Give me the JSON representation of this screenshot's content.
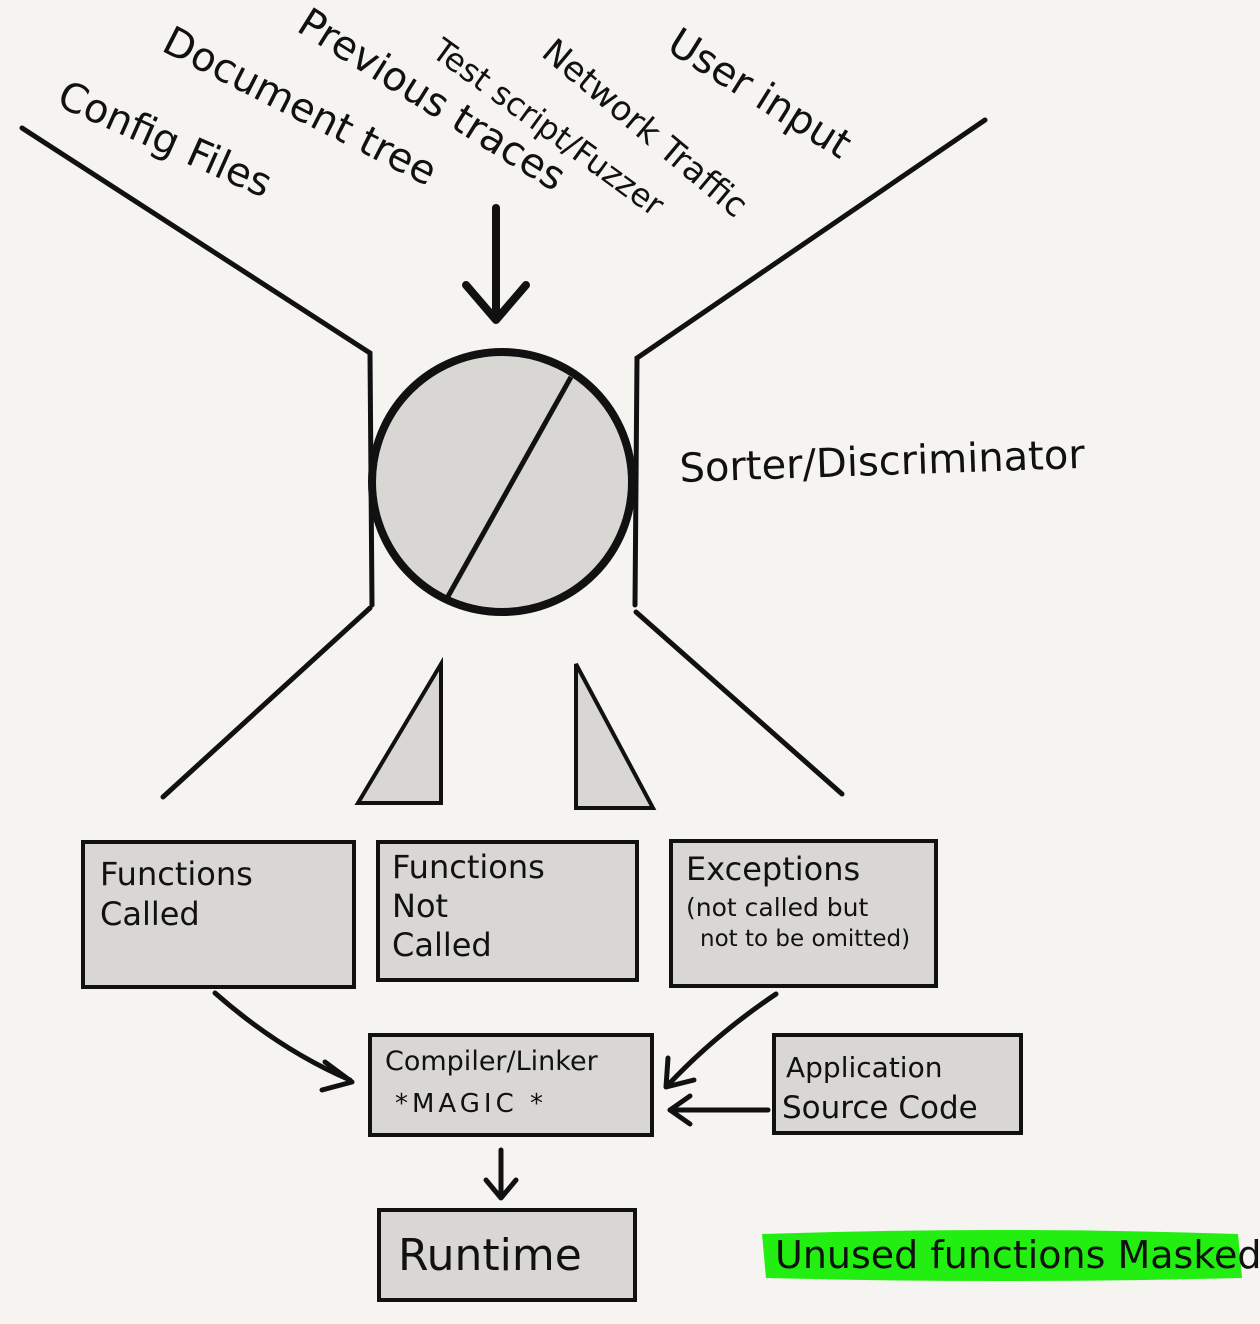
{
  "inputs": [
    "Config Files",
    "Document tree",
    "Previous traces",
    "Test script/Fuzzer",
    "Network Traffic",
    "User input"
  ],
  "sorter_label": "Sorter/Discriminator",
  "boxes": {
    "functions_called": [
      "Functions",
      "Called"
    ],
    "functions_not_called": [
      "Functions",
      "Not",
      "Called"
    ],
    "exceptions": [
      "Exceptions",
      "(not called but",
      "not to be omitted)"
    ],
    "compiler": [
      "Compiler/Linker",
      "*MAGIC *"
    ],
    "app_source": [
      "Application",
      "Source Code"
    ],
    "runtime": "Runtime"
  },
  "note": "Unused functions Masked",
  "colors": {
    "background": "#f5f4f0",
    "box_fill": "#d8d7d3",
    "stroke": "#111111",
    "highlight": "#22ee11"
  }
}
